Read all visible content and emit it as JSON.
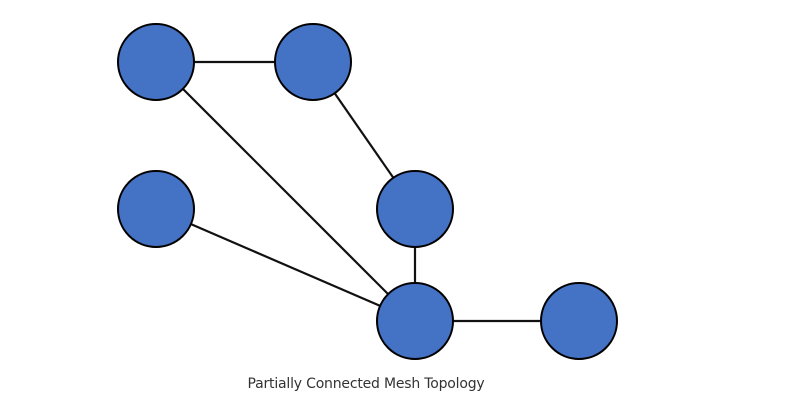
{
  "caption": "Partially Connected Mesh Topology",
  "colors": {
    "node_fill": "#4472C4",
    "node_stroke": "#000000",
    "link_stroke": "#111111",
    "background": "#FFFFFF"
  },
  "nodes": [
    {
      "id": "n1"
    },
    {
      "id": "n2"
    },
    {
      "id": "n3"
    },
    {
      "id": "n4"
    },
    {
      "id": "n5"
    },
    {
      "id": "n6"
    }
  ],
  "links": [
    {
      "from": "n1",
      "to": "n2"
    },
    {
      "from": "n1",
      "to": "n5"
    },
    {
      "from": "n2",
      "to": "n4"
    },
    {
      "from": "n3",
      "to": "n5"
    },
    {
      "from": "n4",
      "to": "n5"
    },
    {
      "from": "n5",
      "to": "n6"
    }
  ]
}
